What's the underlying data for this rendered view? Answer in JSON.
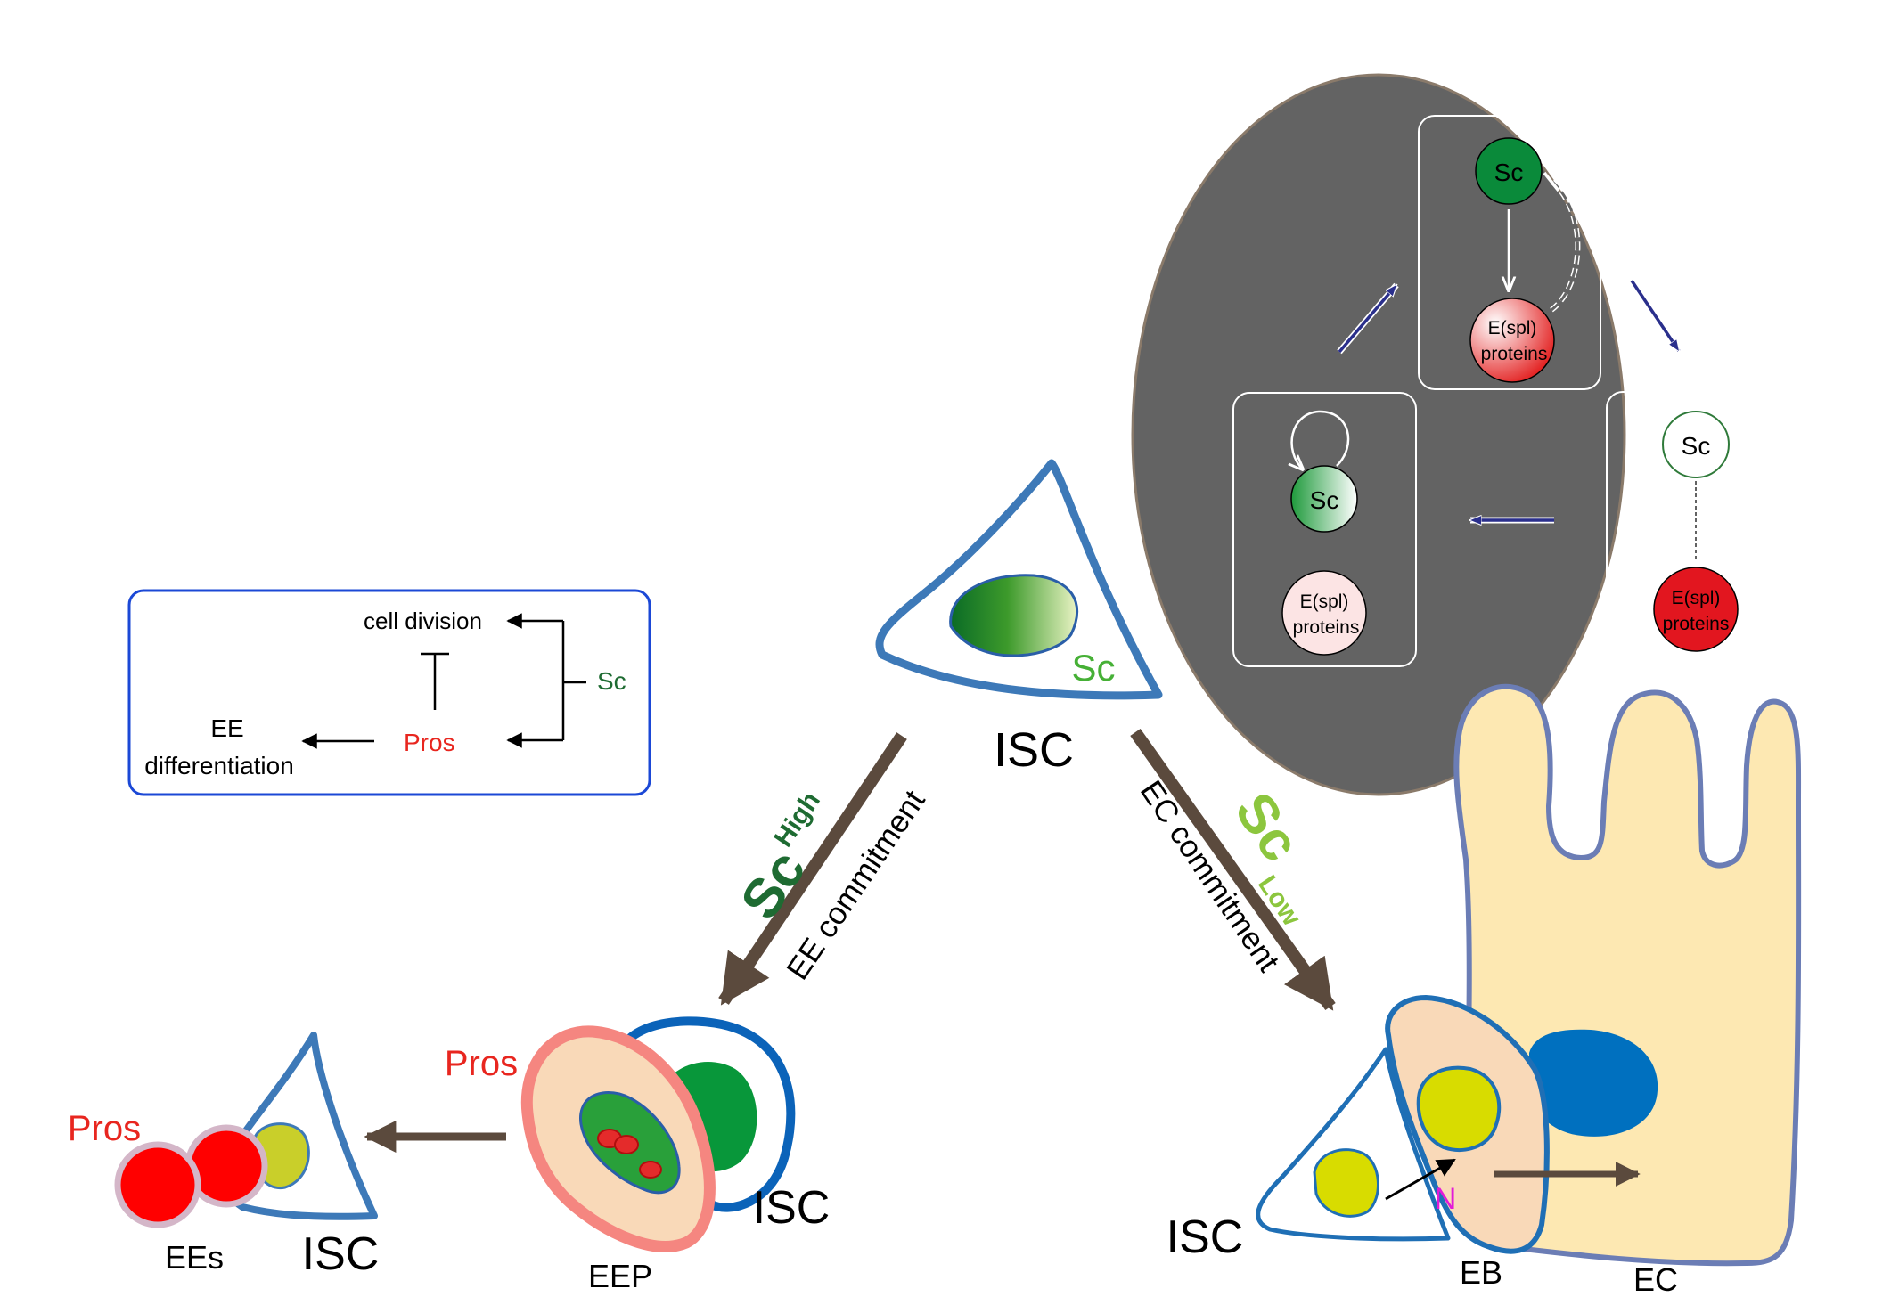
{
  "legend_box": {
    "cell_division": "cell division",
    "sc": "Sc",
    "pros": "Pros",
    "ee_line1": "EE",
    "ee_line2": "differentiation"
  },
  "center": {
    "isc_label": "ISC",
    "sc_label": "Sc"
  },
  "left_arrow": {
    "sc": "Sc",
    "superscript": "High",
    "commitment": "EE commitment"
  },
  "right_arrow": {
    "sc": "Sc",
    "superscript": "Low",
    "commitment": "EC commitment"
  },
  "inset": {
    "top_sc": "Sc",
    "top_espl_1": "E(spl)",
    "top_espl_2": "proteins",
    "left_sc": "Sc",
    "left_espl_1": "E(spl)",
    "left_espl_2": "proteins",
    "right_sc": "Sc",
    "right_espl_1": "E(spl)",
    "right_espl_2": "proteins"
  },
  "bottom_left": {
    "pros_top": "Pros",
    "pros_left": "Pros",
    "ees": "EEs",
    "isc_left": "ISC",
    "eep": "EEP",
    "isc_mid": "ISC"
  },
  "bottom_right": {
    "isc": "ISC",
    "n": "N",
    "eb": "EB",
    "ec": "EC"
  },
  "colors": {
    "isc_blue": "#3d79b8",
    "arrow_brown": "#5b4a3d",
    "sc_dark_green": "#1e6b32",
    "sc_light_green": "#7fbf2a",
    "pros_red": "#e8261f",
    "inset_gray": "#636363",
    "legend_blue": "#1b48d6",
    "ec_cream": "#fde8b2",
    "ec_outline": "#6b7db5",
    "eb_peach": "#f9d9b8",
    "yellow_nucleus": "#d4d800",
    "eep_pink": "#f78b84",
    "n_magenta": "#e21bd8"
  }
}
